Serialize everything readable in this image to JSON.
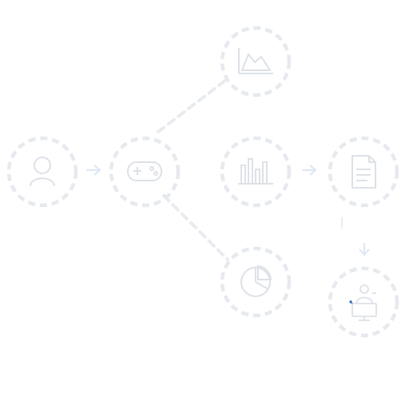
{
  "diagram": {
    "nodes": [
      {
        "id": "user",
        "icon": "user-icon"
      },
      {
        "id": "gamepad",
        "icon": "gamepad-icon"
      },
      {
        "id": "area-chart",
        "icon": "area-chart-icon"
      },
      {
        "id": "bar-chart",
        "icon": "bar-chart-icon"
      },
      {
        "id": "pie-chart",
        "icon": "pie-chart-icon"
      },
      {
        "id": "document",
        "icon": "document-icon"
      },
      {
        "id": "person-monitor",
        "icon": "person-at-monitor-icon"
      }
    ],
    "connectors": [
      {
        "from": "user",
        "to": "gamepad",
        "style": "arrow"
      },
      {
        "from": "gamepad",
        "to": "area-chart",
        "style": "dashed"
      },
      {
        "from": "gamepad",
        "to": "pie-chart",
        "style": "dashed"
      },
      {
        "from": "bar-chart",
        "to": "document",
        "style": "arrow"
      },
      {
        "from": "document",
        "to": "person-monitor",
        "style": "arrow"
      }
    ],
    "colors": {
      "ring": "#e6e9ee",
      "icon": "#dde1e7",
      "dashed_line": "#e8ebef",
      "arrow": "#dce6f3",
      "accent": "#2f6fbf"
    }
  }
}
